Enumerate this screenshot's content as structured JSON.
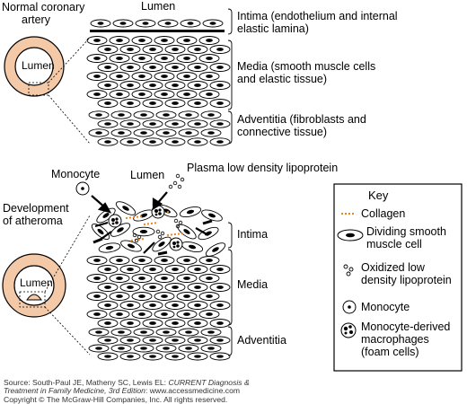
{
  "top": {
    "title_lines": [
      "Normal coronary",
      "artery"
    ],
    "lumen_top": "Lumen",
    "circle_lumen": "Lumen",
    "intima_lines": [
      "Intima (endothelium and internal",
      "elastic  lamina)"
    ],
    "media_lines": [
      "Media (smooth muscle cells",
      "and elastic tissue)"
    ],
    "adventitia_lines": [
      "Adventitia (fibroblasts and",
      "connective tissue)"
    ]
  },
  "bottom": {
    "title_lines": [
      "Development",
      "of atheroma"
    ],
    "monocyte": "Monocyte",
    "lumen_top": "Lumen",
    "plasma_ldl": "Plasma low density lipoprotein",
    "circle_lumen": "Lumen",
    "intima": "Intima",
    "media": "Media",
    "adventitia": "Adventitia"
  },
  "key": {
    "title": "Key",
    "collagen": "Collagen",
    "smooth_muscle_lines": [
      "Dividing smooth",
      "muscle cell"
    ],
    "ldl_lines": [
      "Oxidized low",
      "density lipoprotein"
    ],
    "monocyte": "Monocyte",
    "macrophage_lines": [
      "Monocyte-derived",
      "macrophages",
      "(foam cells)"
    ]
  },
  "footer": {
    "source_prefix": "Source: South-Paul JE, Matheny SC, Lewis EL: ",
    "source_title": "CURRENT Diagnosis &",
    "source_line2_title": "Treatment in Family Medicine, 3rd Edition",
    "source_line2_suffix": ": www.accessmedicine.com",
    "copyright": "Copyright © The McGraw-Hill Companies, Inc. All rights reserved."
  },
  "colors": {
    "collagen": "#e8861a",
    "ink": "#000000",
    "artery_ring": "#f4c9a8"
  }
}
